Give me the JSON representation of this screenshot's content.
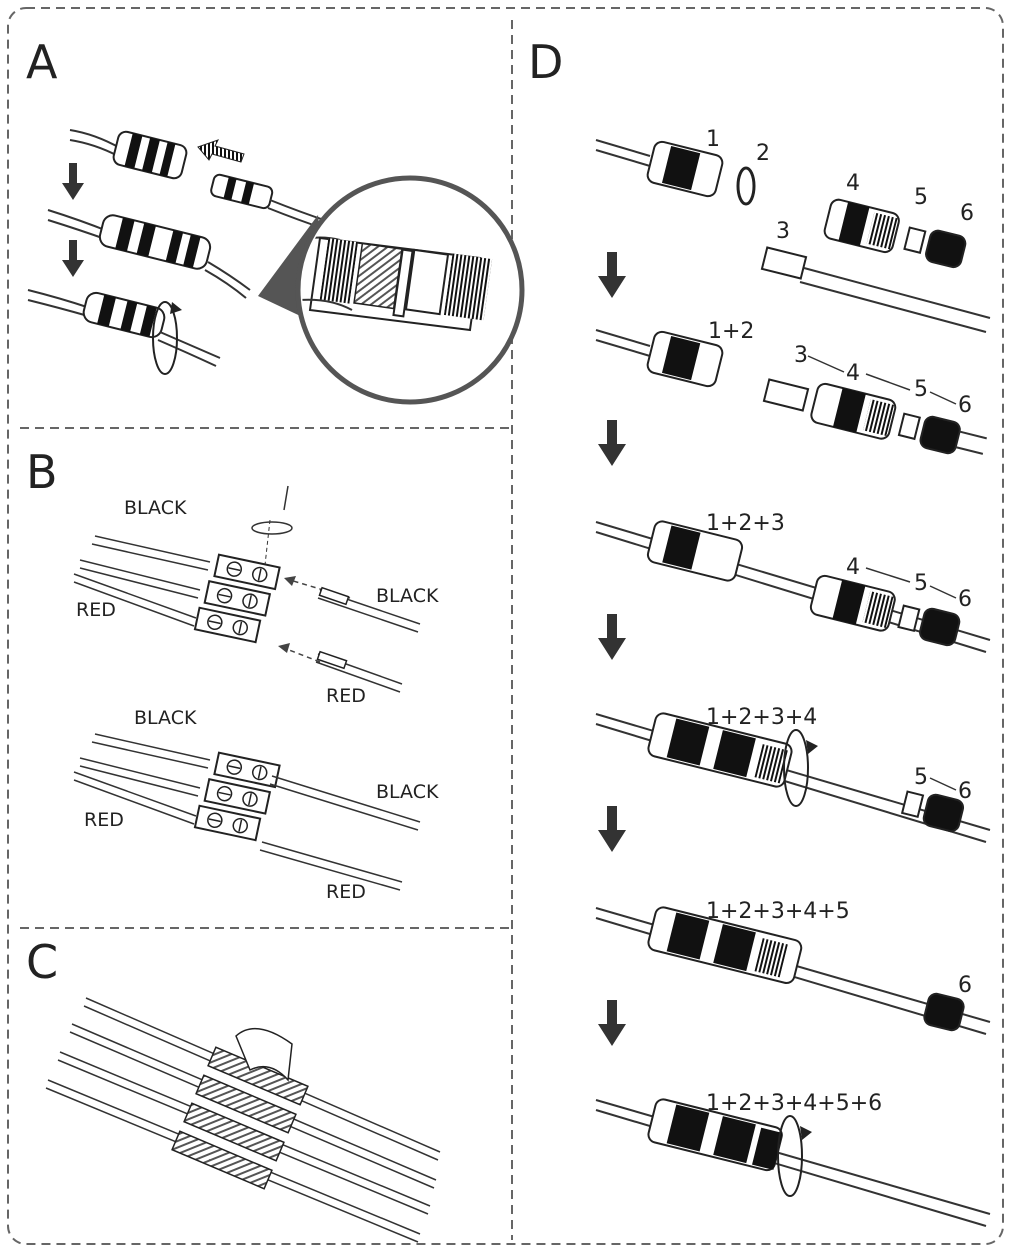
{
  "panels": {
    "a": {
      "letter": "A"
    },
    "b": {
      "letter": "B",
      "top": {
        "left_black": "BLACK",
        "left_red": "RED",
        "right_black": "BLACK",
        "right_red": "RED"
      },
      "bottom": {
        "left_black": "BLACK",
        "left_red": "RED",
        "right_black": "BLACK",
        "right_red": "RED"
      }
    },
    "c": {
      "letter": "C"
    },
    "d": {
      "letter": "D",
      "step1": {
        "n1": "1",
        "n2": "2",
        "n3": "3",
        "n4": "4",
        "n5": "5",
        "n6": "6"
      },
      "step2": {
        "label": "1+2",
        "n3": "3",
        "n4": "4",
        "n5": "5",
        "n6": "6"
      },
      "step3": {
        "label": "1+2+3",
        "n4": "4",
        "n5": "5",
        "n6": "6"
      },
      "step4": {
        "label": "1+2+3+4",
        "n5": "5",
        "n6": "6"
      },
      "step5": {
        "label": "1+2+3+4+5",
        "n6": "6"
      },
      "step6": {
        "label": "1+2+3+4+5+6"
      }
    }
  },
  "colors": {
    "line": "#333333",
    "border": "#555555",
    "arrow": "#333333"
  }
}
